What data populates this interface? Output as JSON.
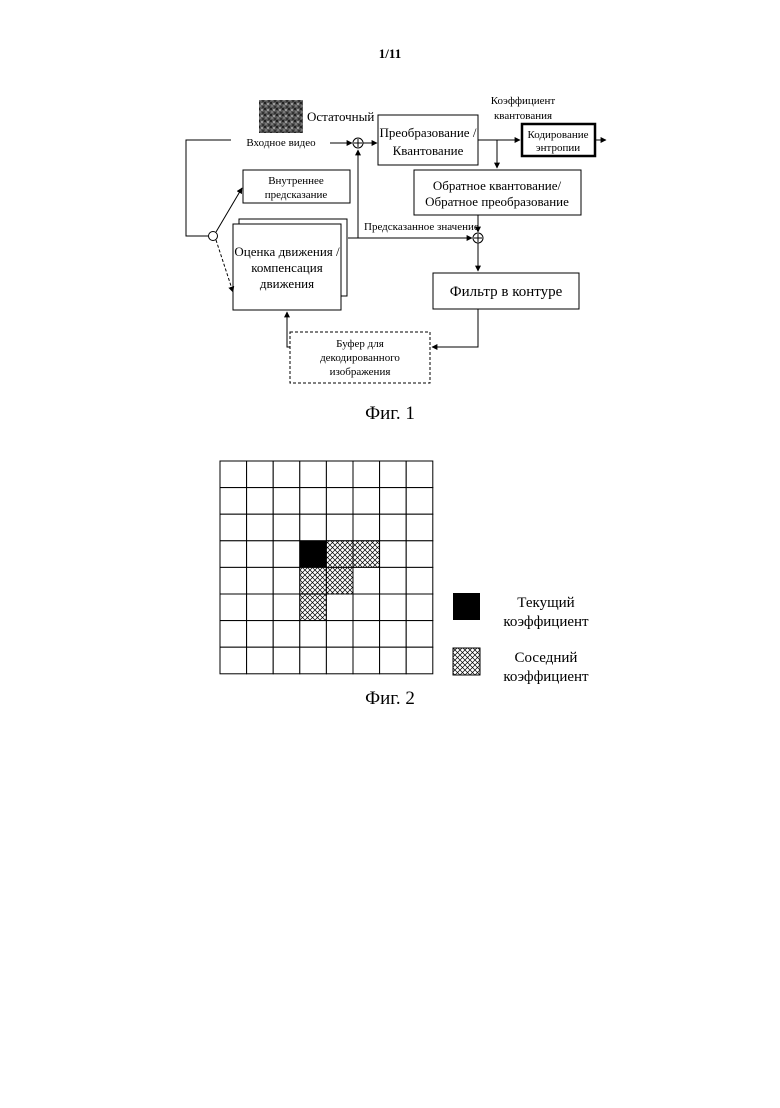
{
  "page_number": "1/11",
  "fig1": {
    "caption": "Фиг. 1",
    "input_video": "Входное видео",
    "residual": "Остаточный",
    "transform_quant": [
      "Преобразование /",
      "Квантование"
    ],
    "quant_coeff": [
      "Коэффициент",
      "квантования"
    ],
    "entropy_coding": [
      "Кодирование",
      "энтропии"
    ],
    "inverse": [
      "Обратное квантование/",
      "Обратное преобразование"
    ],
    "intra_pred": [
      "Внутреннее",
      "предсказание"
    ],
    "motion": [
      "Оценка движения /",
      "компенсация",
      "движения"
    ],
    "predicted_value": "Предсказанное значение",
    "loop_filter": "Фильтр в контуре",
    "decoded_buffer": [
      "Буфер для",
      "декодированного",
      "изображения"
    ]
  },
  "fig2": {
    "caption": "Фиг. 2",
    "grid_size": 8,
    "current_cell": [
      3,
      3
    ],
    "neighbor_cells": [
      [
        3,
        4
      ],
      [
        3,
        5
      ],
      [
        4,
        3
      ],
      [
        4,
        4
      ],
      [
        5,
        3
      ]
    ],
    "legend": {
      "current": [
        "Текущий",
        "коэффициент"
      ],
      "neighbor": [
        "Соседний",
        "коэффициент"
      ]
    }
  }
}
